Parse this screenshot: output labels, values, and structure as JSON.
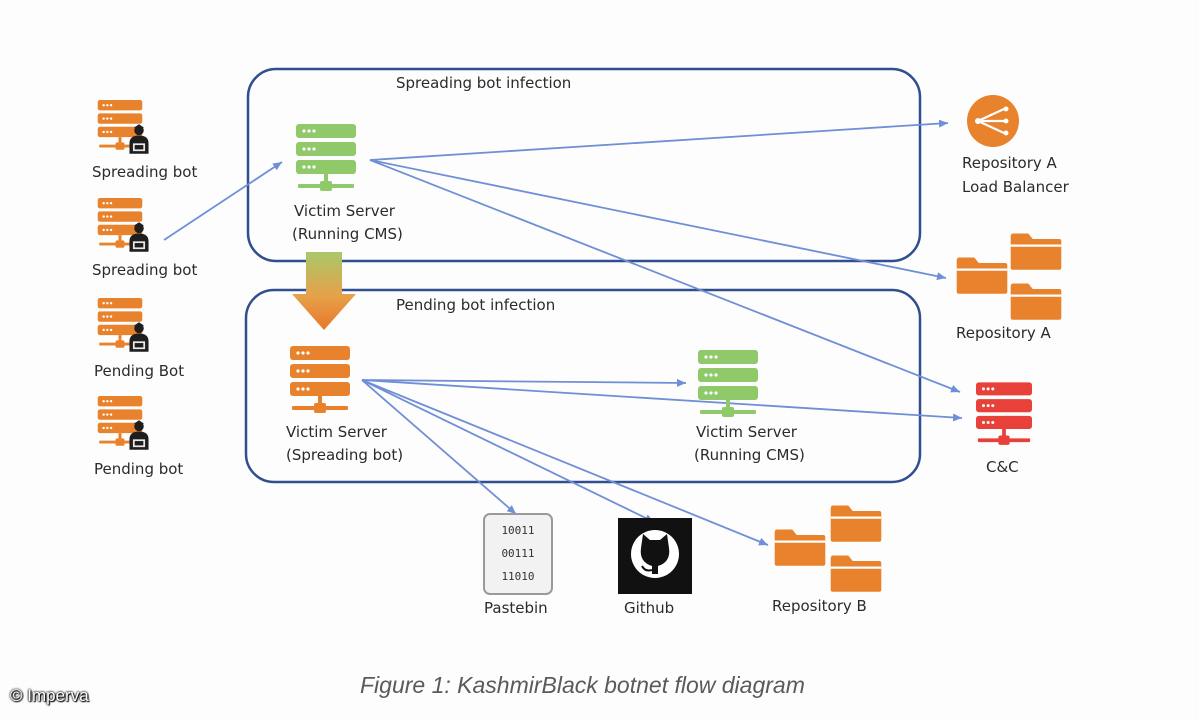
{
  "boxes": {
    "spreading_title": "Spreading bot infection",
    "pending_title": "Pending bot infection"
  },
  "left_bots": [
    {
      "label": "Spreading bot"
    },
    {
      "label": "Spreading bot"
    },
    {
      "label": "Pending Bot"
    },
    {
      "label": "Pending bot"
    }
  ],
  "victims": {
    "running_cms_top": {
      "line1": "Victim Server",
      "line2": "(Running CMS)"
    },
    "spreading_bot": {
      "line1": "Victim Server",
      "line2": "(Spreading bot)"
    },
    "running_cms_bottom": {
      "line1": "Victim Server",
      "line2": "(Running CMS)"
    }
  },
  "right_nodes": {
    "lb": {
      "line1": "Repository A",
      "line2": "Load Balancer"
    },
    "repo_a": {
      "label": "Repository A"
    },
    "cnc": {
      "label": "C&C"
    }
  },
  "bottom_nodes": {
    "pastebin": {
      "label": "Pastebin",
      "bits": [
        "10011",
        "00111",
        "11010"
      ]
    },
    "github": {
      "label": "Github"
    },
    "repo_b": {
      "label": "Repository B"
    }
  },
  "caption": "Figure 1: KashmirBlack botnet flow diagram",
  "credit": "© Imperva",
  "colors": {
    "orange": "#e8822c",
    "green": "#8fc96a",
    "red": "#e8413a",
    "box_border": "#2f4f8f",
    "arrow": "#6f8fd6"
  }
}
